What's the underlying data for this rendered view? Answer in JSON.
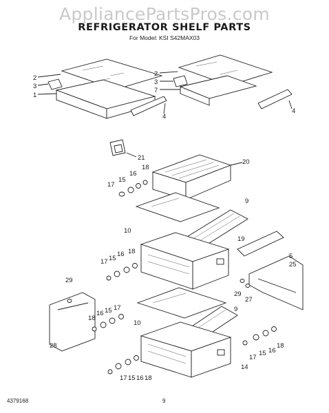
{
  "watermark": "AppliancePartsPros.com",
  "title": "REFRIGERATOR SHELF PARTS",
  "model_line": "For Model: KSI S42MAX03",
  "footer": {
    "doc_number": "4379168",
    "page_number": "9"
  },
  "callouts": {
    "c1": "1",
    "c2": "2",
    "c3": "3",
    "c4": "4",
    "c5": "5",
    "c7": "7",
    "c9": "9",
    "c10": "10",
    "c14": "14",
    "c15": "15",
    "c16": "16",
    "c17": "17",
    "c18": "18",
    "c19": "19",
    "c20": "20",
    "c21": "21",
    "c25": "25",
    "c27": "27",
    "c28": "28",
    "c29": "29"
  }
}
